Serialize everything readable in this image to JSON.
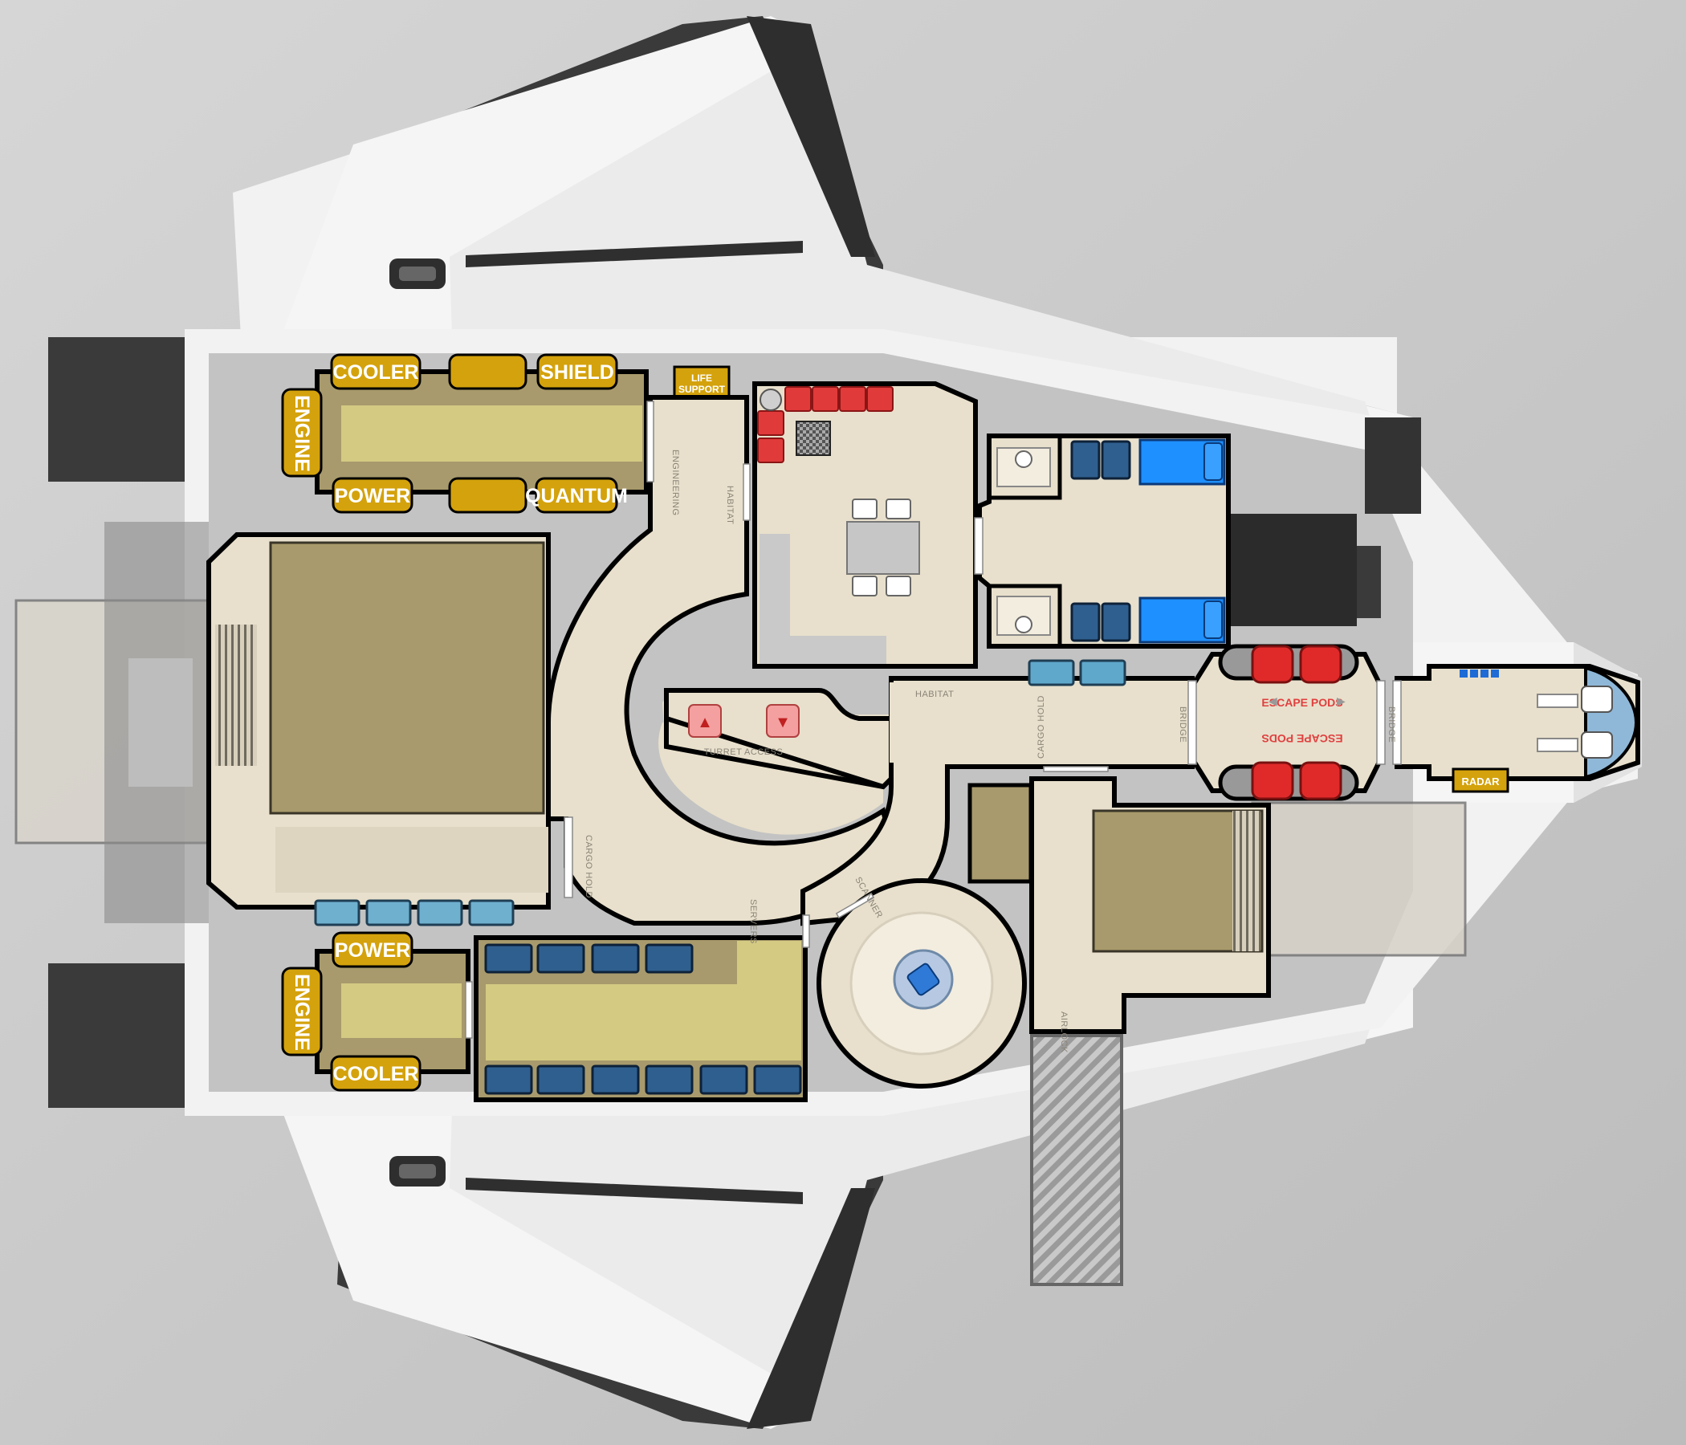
{
  "systems": {
    "cooler_top": "COOLER",
    "shield": "SHIELD",
    "power_top": "POWER",
    "quantum": "QUANTUM",
    "engine_top": "ENGINE",
    "life_support_1": "LIFE",
    "life_support_2": "SUPPORT",
    "power_bottom": "POWER",
    "cooler_bottom": "COOLER",
    "engine_bottom": "ENGINE",
    "radar": "RADAR"
  },
  "rooms": {
    "engineering": "ENGINEERING",
    "habitat_vertical": "HABITAT",
    "habitat": "HABITAT",
    "turret_access": "TURRET ACCESS",
    "cargo_hold_left": "CARGO HOLD",
    "cargo_hold_right": "CARGO HOLD",
    "servers": "SERVERS",
    "scanner": "SCANNER",
    "bridge_1": "BRIDGE",
    "bridge_2": "BRIDGE",
    "escape_pods_top": "ESCAPE PODS",
    "escape_pods_bottom": "ESCAPE PODS",
    "airlock": "AIRLOCK"
  },
  "colors": {
    "hull_white": "#f4f4f4",
    "hull_dark": "#3a3a3a",
    "floor": "#e8e0cc",
    "component_tan": "#a89a6c",
    "system_gold": "#d4a20c",
    "bed_blue": "#1e90ff",
    "locker_blue": "#2f5f8f",
    "pod_red": "#e02a2a",
    "canopy": "#8fb8d8"
  }
}
